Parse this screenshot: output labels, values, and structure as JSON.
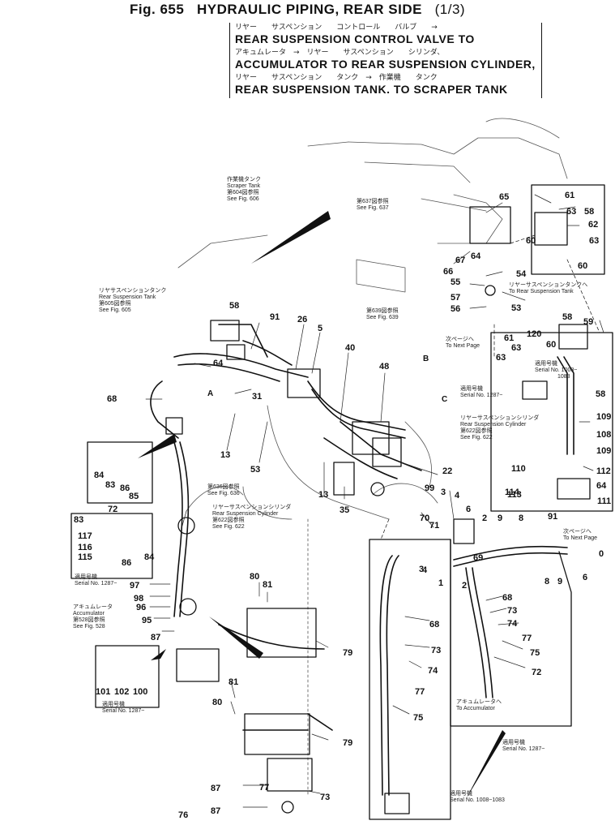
{
  "figure": {
    "number": "Fig. 655",
    "title": "HYDRAULIC PIPING, REAR SIDE",
    "sheet": "(1/3)"
  },
  "title_block": [
    {
      "jp": "リヤー　　サスペンション　　コントロール　　バルブ　　→",
      "en": "REAR  SUSPENSION  CONTROL  VALVE  TO"
    },
    {
      "jp": "アキュムレータ　→　リヤー　　サスペンション　　シリンダ、",
      "en": "ACCUMULATOR TO REAR SUSPENSION CYLINDER,"
    },
    {
      "jp": "リヤー　　サスペンション　　タンク　→　作業機　　タンク",
      "en": "REAR  SUSPENSION  TANK. TO  SCRAPER  TANK"
    }
  ],
  "notes": [
    {
      "jp": "作業機タンク",
      "en": "Scraper Tank",
      "ref_jp": "第604図参照",
      "ref": "See Fig. 606"
    },
    {
      "jp": "第637図参照",
      "ref": "See Fig. 637"
    },
    {
      "jp": "リヤサスペンションタンク",
      "en": "Rear Suspension Tank",
      "ref_jp": "第605図参照",
      "ref": "See Fig. 605"
    },
    {
      "jp": "第639図参照",
      "ref": "See Fig. 639"
    },
    {
      "jp": "リヤーサスペンションタンクへ",
      "en": "To Rear Suspension Tank"
    },
    {
      "jp": "次ページへ",
      "en": "To Next Page"
    },
    {
      "jp": "適用号機",
      "en": "Serial No. 1008~",
      "en2": "1083"
    },
    {
      "jp": "適用号機",
      "en": "Serial No. 1287~"
    },
    {
      "jp": "リヤーサスペンションシリンダ",
      "en": "Rear Suspension Cylinder",
      "ref_jp": "第622図参照",
      "ref": "See Fig. 622"
    },
    {
      "jp": "第636図参照",
      "ref": "See Fig. 636"
    },
    {
      "jp": "リヤーサスペンションシリンダ",
      "en": "Rear Suspension Cylinder",
      "ref_jp": "第622図参照",
      "ref": "See Fig. 622"
    },
    {
      "jp": "次ページへ",
      "en": "To Next Page"
    },
    {
      "jp": "適用号機",
      "en": "Serial No. 1287~"
    },
    {
      "jp": "アキュムレータ",
      "en": "Accumulator",
      "ref_jp": "第528図参照",
      "ref": "See Fig. 528"
    },
    {
      "jp": "適用号機",
      "en": "Serial No. 1287~"
    },
    {
      "jp": "アキュムレータへ",
      "en": "To Accumulator"
    },
    {
      "jp": "適用号機",
      "en": "Serial No. 1287~"
    },
    {
      "jp": "適用号機",
      "en": "Serial No. 1008~1083"
    }
  ],
  "view_markers": [
    "A",
    "B",
    "C"
  ],
  "callouts": [
    "61",
    "63",
    "58",
    "62",
    "63",
    "65",
    "60",
    "60",
    "67",
    "64",
    "54",
    "66",
    "55",
    "57",
    "53",
    "56",
    "58",
    "59",
    "61",
    "120",
    "63",
    "60",
    "63",
    "58",
    "109",
    "108",
    "109",
    "112",
    "110",
    "64",
    "114",
    "113",
    "111",
    "58",
    "91",
    "26",
    "5",
    "40",
    "48",
    "64",
    "68",
    "31",
    "13",
    "53",
    "13",
    "22",
    "35",
    "99",
    "3",
    "4",
    "70",
    "71",
    "6",
    "2",
    "9",
    "8",
    "91",
    "0",
    "6",
    "8",
    "9",
    "84",
    "83",
    "86",
    "85",
    "72",
    "83",
    "117",
    "116",
    "115",
    "86",
    "84",
    "97",
    "98",
    "96",
    "95",
    "87",
    "80",
    "81",
    "79",
    "81",
    "80",
    "79",
    "101",
    "102",
    "100",
    "3",
    "4",
    "1",
    "69",
    "2",
    "68",
    "73",
    "74",
    "77",
    "75",
    "72",
    "68",
    "73",
    "74",
    "77",
    "75",
    "87",
    "77",
    "73",
    "87",
    "76"
  ]
}
